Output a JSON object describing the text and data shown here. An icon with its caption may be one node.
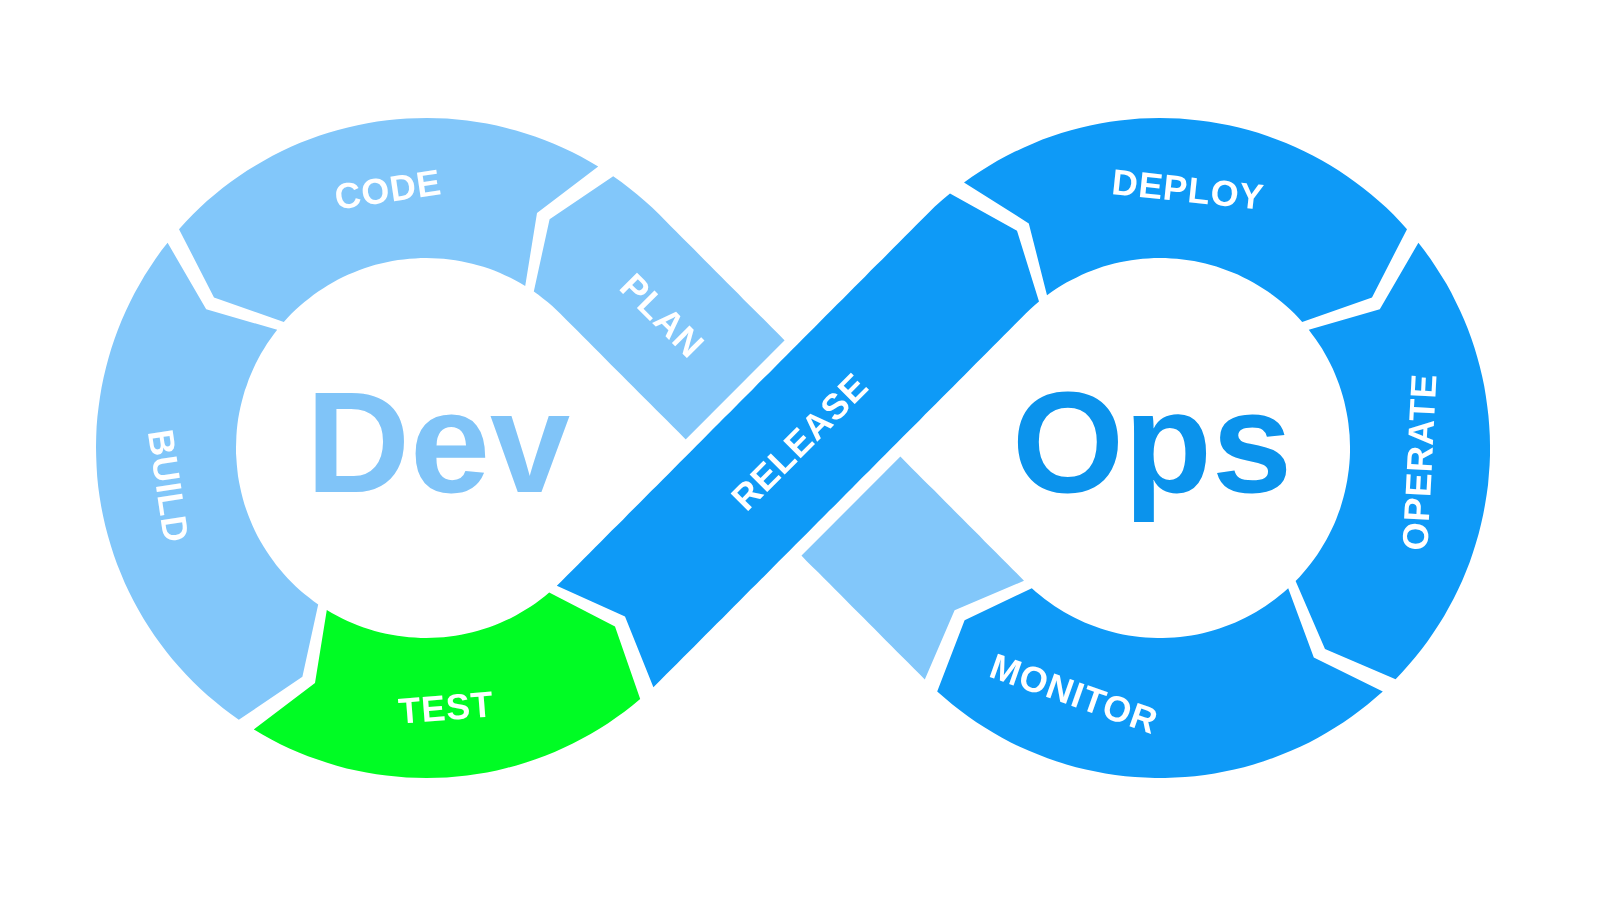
{
  "diagram": {
    "nodes": [
      {
        "text": [
          "PLAN"
        ]
      },
      {
        "text": [
          "CODE"
        ]
      },
      {
        "text": [
          "BUILD"
        ]
      },
      {
        "text": [
          "TEST"
        ]
      },
      {
        "text": [
          "RELEASE"
        ]
      },
      {
        "text": [
          "DEPLOY"
        ]
      },
      {
        "text": [
          "OPERATE"
        ]
      },
      {
        "text": [
          "MONITOR"
        ]
      }
    ],
    "labels": [
      "Dev",
      "Ops"
    ]
  }
}
